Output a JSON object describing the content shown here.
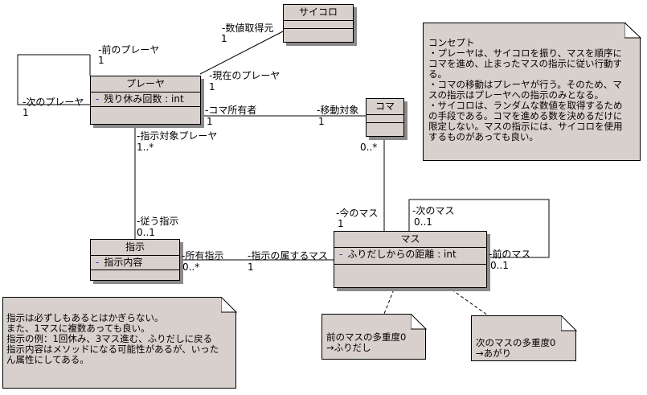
{
  "classes": {
    "dice": {
      "name": "サイコロ"
    },
    "player": {
      "name": "プレーヤ",
      "attr_vis": "-",
      "attr": "残り休み回数 : int"
    },
    "koma": {
      "name": "コマ"
    },
    "instruction": {
      "name": "指示",
      "attr_vis": "-",
      "attr": "指示内容"
    },
    "masu": {
      "name": "マス",
      "attr_vis": "-",
      "attr": "ふりだしからの距離 : int"
    }
  },
  "associations": {
    "dice_player": {
      "dice_role": "-数値取得元",
      "dice_mult": "1",
      "player_role": "-現在のプレーヤ",
      "player_mult": "1"
    },
    "player_self": {
      "prev_role": "-前のプレーヤ",
      "prev_mult": "1",
      "next_role": "-次のプレーヤ",
      "next_mult": "1"
    },
    "player_koma": {
      "owner_role": "-コマ所有者",
      "owner_mult": "1",
      "move_role": "-移動対象",
      "move_mult": "1"
    },
    "player_instruction": {
      "target_role": "-指示対象プレーヤ",
      "target_mult": "1..*",
      "follow_role": "-従う指示",
      "follow_mult": "0..1"
    },
    "koma_masu": {
      "koma_mult": "0..*",
      "current_role": "-今のマス",
      "current_mult": "1"
    },
    "instruction_masu": {
      "owned_role": "-所有指示",
      "owned_mult": "0..*",
      "belong_role": "-指示の属するマス",
      "belong_mult": "1"
    },
    "masu_self": {
      "next_role": "-次のマス",
      "next_mult": "0..1",
      "prev_role": "-前のマス",
      "prev_mult": "0..1"
    }
  },
  "notes": {
    "concept": [
      "コンセプト",
      "・プレーヤは、サイコロを振り、マスを順序に",
      "コマを進め、止まったマスの指示に従い行動す",
      "る。",
      "・コマの移動はプレーヤが行う。そのため、マ",
      "スの指示はプレーヤへの指示のみとなる。",
      "・サイコロは、ランダムな数値を取得するため",
      "の手段である。コマを進める数を決めるだけに",
      "限定しない。マスの指示には、サイコロを使用",
      "するものがあっても良い。"
    ],
    "instruction_note": [
      "指示は必ずしもあるとはかぎらない。",
      "また、1マスに複数あっても良い。",
      "指示の例：1回休み、3マス進む、ふりだしに戻る",
      "指示内容はメソッドになる可能性があるが、いった",
      "ん属性にしてある。"
    ],
    "prev_note": [
      "前のマスの多重度0",
      "→ふりだし"
    ],
    "next_note": [
      "次のマスの多重度0",
      "→あがり"
    ]
  }
}
